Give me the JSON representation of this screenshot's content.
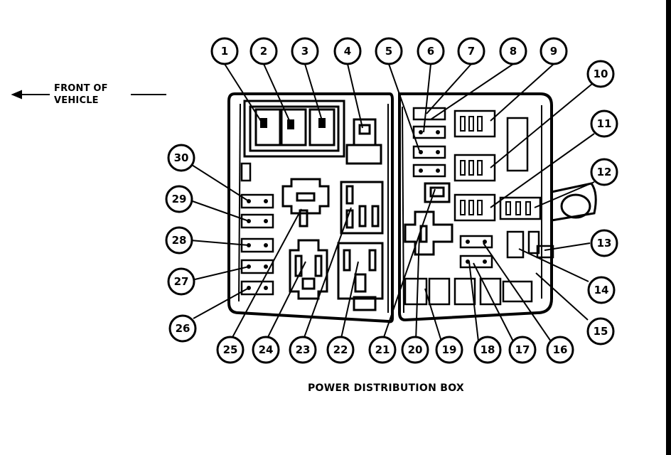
{
  "diagram": {
    "caption": "POWER DISTRIBUTION BOX",
    "orientation": {
      "line1": "FRONT OF",
      "line2": "VEHICLE"
    },
    "callouts": [
      {
        "id": "1",
        "label": "1"
      },
      {
        "id": "2",
        "label": "2"
      },
      {
        "id": "3",
        "label": "3"
      },
      {
        "id": "4",
        "label": "4"
      },
      {
        "id": "5",
        "label": "5"
      },
      {
        "id": "6",
        "label": "6"
      },
      {
        "id": "7",
        "label": "7"
      },
      {
        "id": "8",
        "label": "8"
      },
      {
        "id": "9",
        "label": "9"
      },
      {
        "id": "10",
        "label": "10"
      },
      {
        "id": "11",
        "label": "11"
      },
      {
        "id": "12",
        "label": "12"
      },
      {
        "id": "13",
        "label": "13"
      },
      {
        "id": "14",
        "label": "14"
      },
      {
        "id": "15",
        "label": "15"
      },
      {
        "id": "16",
        "label": "16"
      },
      {
        "id": "17",
        "label": "17"
      },
      {
        "id": "18",
        "label": "18"
      },
      {
        "id": "19",
        "label": "19"
      },
      {
        "id": "20",
        "label": "20"
      },
      {
        "id": "21",
        "label": "21"
      },
      {
        "id": "22",
        "label": "22"
      },
      {
        "id": "23",
        "label": "23"
      },
      {
        "id": "24",
        "label": "24"
      },
      {
        "id": "25",
        "label": "25"
      },
      {
        "id": "26",
        "label": "26"
      },
      {
        "id": "27",
        "label": "27"
      },
      {
        "id": "28",
        "label": "28"
      },
      {
        "id": "29",
        "label": "29"
      },
      {
        "id": "30",
        "label": "30"
      }
    ]
  }
}
